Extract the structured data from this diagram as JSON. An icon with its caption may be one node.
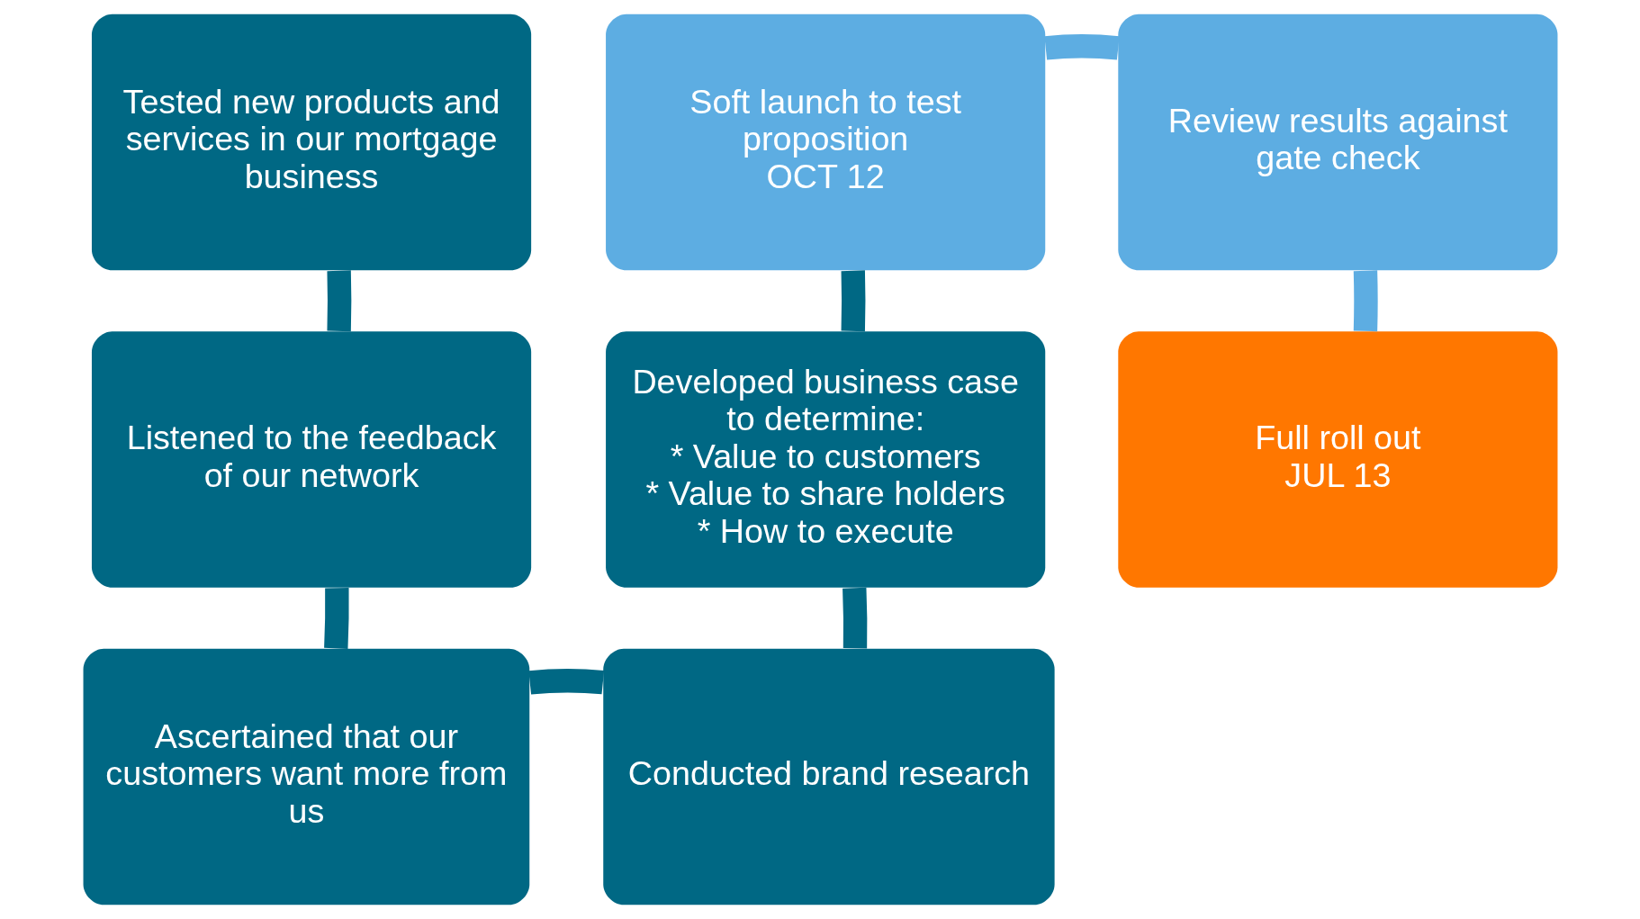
{
  "diagram": {
    "nodes": [
      {
        "text": [
          "Tested new products and services in our mortgage business"
        ]
      },
      {
        "text": [
          "Listened to the feedback of our network"
        ]
      },
      {
        "text": [
          "Ascertained that our customers want more from us"
        ]
      },
      {
        "text": [
          "Conducted brand research"
        ]
      },
      {
        "text": [
          "Developed business case to determine:",
          "* Value to customers",
          "* Value to share holders",
          "* How to execute"
        ]
      },
      {
        "text": [
          "Soft launch to test proposition",
          "OCT 12"
        ]
      },
      {
        "text": [
          "Review results against gate check"
        ]
      },
      {
        "text": [
          "Full roll out",
          "JUL 13"
        ]
      }
    ],
    "edges": [
      {
        "from": 0,
        "to": 1,
        "arrow": "none"
      },
      {
        "from": 1,
        "to": 2,
        "arrow": "none"
      },
      {
        "from": 2,
        "to": 3,
        "arrow": "none"
      },
      {
        "from": 3,
        "to": 4,
        "arrow": "none"
      },
      {
        "from": 4,
        "to": 5,
        "arrow": "none"
      },
      {
        "from": 5,
        "to": 6,
        "arrow": "none",
        "color": "#5dade2"
      },
      {
        "from": 6,
        "to": 7,
        "arrow": "none",
        "color": "#5dade2"
      }
    ]
  }
}
